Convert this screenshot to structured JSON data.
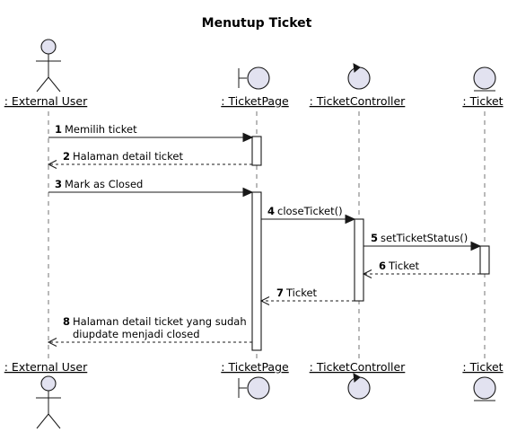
{
  "diagram": {
    "title": "Menutup Ticket",
    "participants": [
      {
        "id": "user",
        "kind": "actor",
        "label": ": External User"
      },
      {
        "id": "page",
        "kind": "boundary",
        "label": ": TicketPage"
      },
      {
        "id": "ctrl",
        "kind": "control",
        "label": ": TicketController"
      },
      {
        "id": "ent",
        "kind": "entity",
        "label": ": Ticket"
      }
    ],
    "messages": [
      {
        "num": "1",
        "lines": [
          "Memilih ticket"
        ],
        "from": "user",
        "to": "page",
        "style": "sync"
      },
      {
        "num": "2",
        "lines": [
          "Halaman detail ticket"
        ],
        "from": "page",
        "to": "user",
        "style": "return"
      },
      {
        "num": "3",
        "lines": [
          "Mark as Closed"
        ],
        "from": "user",
        "to": "page",
        "style": "sync"
      },
      {
        "num": "4",
        "lines": [
          "closeTicket()"
        ],
        "from": "page",
        "to": "ctrl",
        "style": "sync"
      },
      {
        "num": "5",
        "lines": [
          "setTicketStatus()"
        ],
        "from": "ctrl",
        "to": "ent",
        "style": "sync"
      },
      {
        "num": "6",
        "lines": [
          "Ticket"
        ],
        "from": "ent",
        "to": "ctrl",
        "style": "return"
      },
      {
        "num": "7",
        "lines": [
          "Ticket"
        ],
        "from": "ctrl",
        "to": "page",
        "style": "return"
      },
      {
        "num": "8",
        "lines": [
          "Halaman detail ticket yang sudah",
          "diupdate menjadi closed"
        ],
        "from": "page",
        "to": "user",
        "style": "return"
      }
    ],
    "colors": {
      "participant_fill": "#E2E2F0",
      "line": "#181818",
      "activation_fill": "#FFFFFF"
    }
  }
}
